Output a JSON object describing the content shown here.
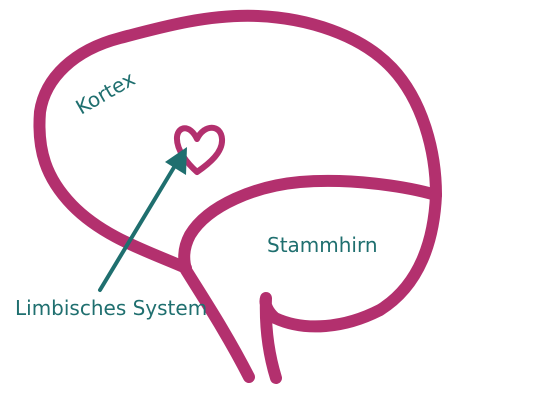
{
  "labels": {
    "cortex": "Kortex",
    "brainstem": "Stammhirn",
    "limbic": "Limbisches System"
  },
  "colors": {
    "brain_outline": "#b3306e",
    "label_text": "#1f6f6f",
    "arrow": "#1f6f6f",
    "background": "#ffffff"
  },
  "icons": {
    "limbic_marker": "heart-icon"
  }
}
